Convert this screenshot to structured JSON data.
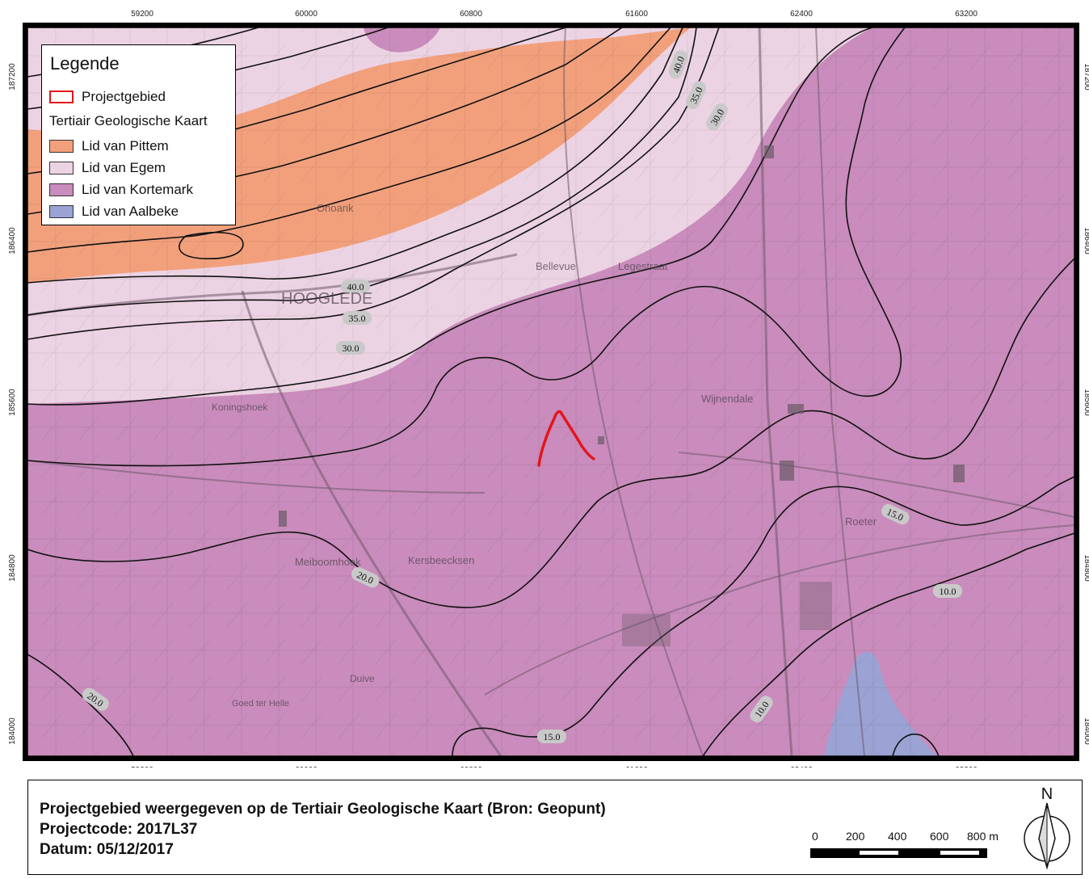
{
  "legend": {
    "title": "Legende",
    "project_label": "Projectgebied",
    "subtitle": "Tertiair Geologische Kaart",
    "items": [
      {
        "label": "Lid van Pittem",
        "color": "#f2a07c"
      },
      {
        "label": "Lid van Egem",
        "color": "#ecd3e3"
      },
      {
        "label": "Lid van Kortemark",
        "color": "#c98cbc"
      },
      {
        "label": "Lid van Aalbeke",
        "color": "#9aa3d4"
      }
    ]
  },
  "grid": {
    "x_ticks": [
      "59200",
      "60000",
      "60800",
      "61600",
      "62400",
      "63200"
    ],
    "y_ticks": [
      "187200",
      "186400",
      "185600",
      "184800",
      "184000"
    ]
  },
  "contour_labels": [
    "40.0",
    "35.0",
    "30.0",
    "40.0",
    "35.0",
    "30.0",
    "20.0",
    "20.0",
    "15.0",
    "15.0",
    "10.0",
    "10.0"
  ],
  "place_names": [
    "Onoank",
    "HOOGLEDE",
    "Bellevue",
    "Legestraat",
    "Koningshoek",
    "Wijnendale",
    "Meiboomhoek",
    "Kersbeecksen",
    "Roeter",
    "Duive",
    "Goed ter Helle"
  ],
  "footer": {
    "line1": "Projectgebied weergegeven op de Tertiair Geologische Kaart (Bron: Geopunt)",
    "line2": "Projectcode: 2017L37",
    "line3": "Datum: 05/12/2017"
  },
  "scalebar": {
    "labels": [
      "0",
      "200",
      "400",
      "600",
      "800 m"
    ]
  },
  "north_arrow": {
    "label": "N"
  },
  "colors": {
    "project": "#e3161c",
    "contour": "#111111",
    "frame": "#000000"
  }
}
